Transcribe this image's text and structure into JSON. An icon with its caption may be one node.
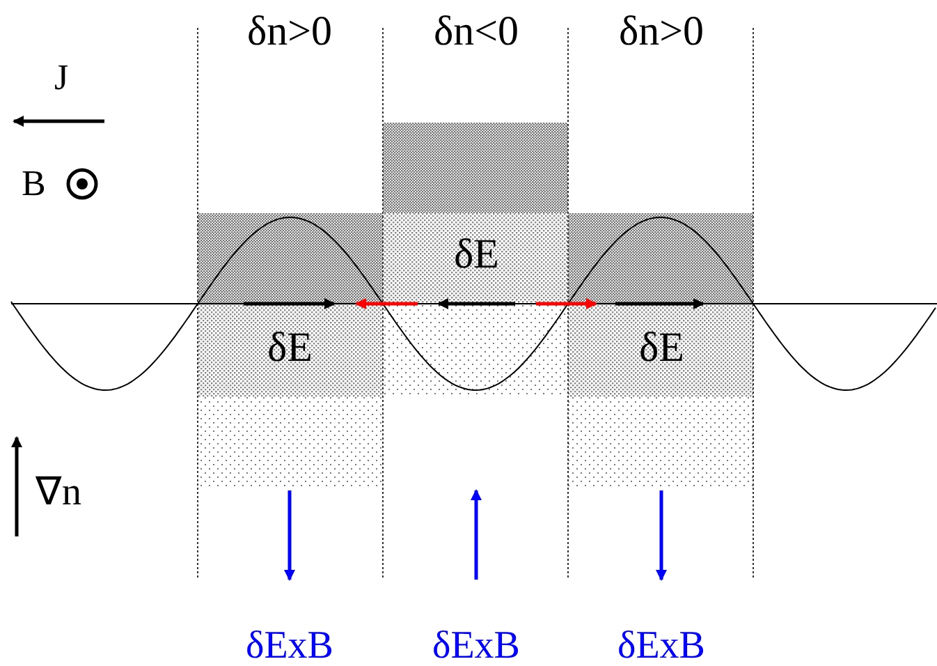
{
  "diagram": {
    "labels": [
      "δn>0",
      "δn<0",
      "δn>0",
      "J",
      "B",
      "δE",
      "δE",
      "δE",
      "∇n",
      "δExB",
      "δExB",
      "δExB"
    ]
  }
}
